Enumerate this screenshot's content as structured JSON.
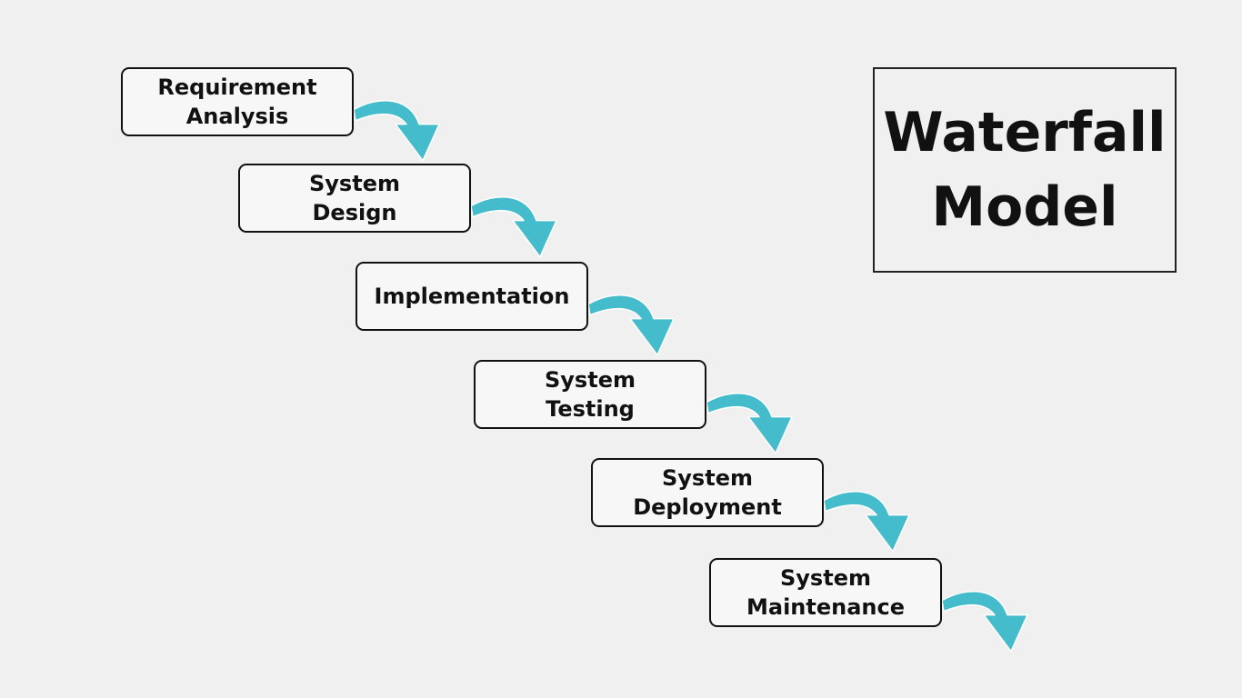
{
  "title": {
    "line1": "Waterfall",
    "line2": "Model"
  },
  "steps": [
    {
      "line1": "Requirement",
      "line2": "Analysis"
    },
    {
      "line1": "System",
      "line2": "Design"
    },
    {
      "line1": "Implementation",
      "line2": ""
    },
    {
      "line1": "System",
      "line2": "Testing"
    },
    {
      "line1": "System",
      "line2": "Deployment"
    },
    {
      "line1": "System",
      "line2": "Maintenance"
    }
  ],
  "colors": {
    "background": "#f0f0f0",
    "arrow": "#45bccc",
    "border": "#111111"
  },
  "icons": {
    "arrow": "curved-down-arrow-icon"
  }
}
